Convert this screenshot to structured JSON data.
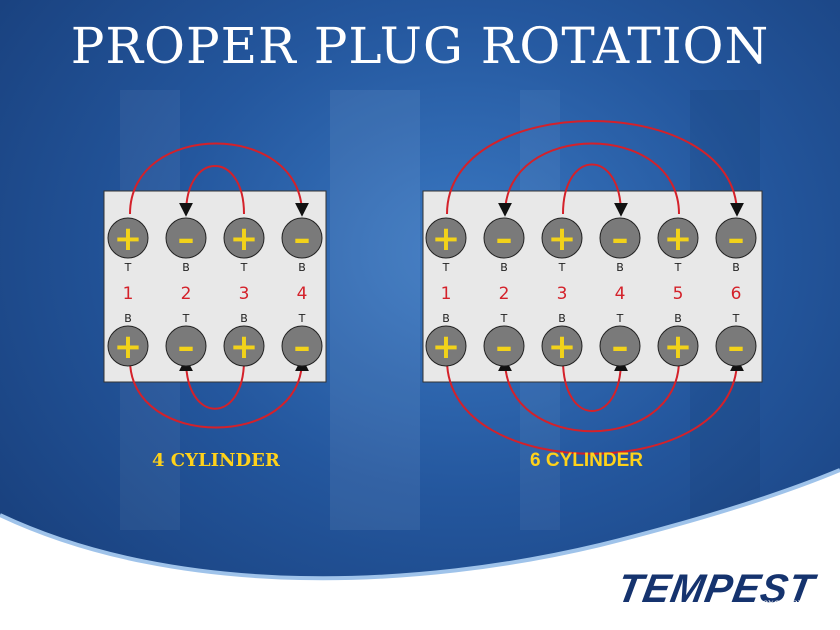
{
  "title": "PROPER PLUG ROTATION",
  "colors": {
    "wire": "#d4212a",
    "terminal": "#7a7a7a",
    "symbol": "#f2d21a",
    "panel": "#e8e8e8",
    "caption": "#ffd21a",
    "number": "#d4212a"
  },
  "diagrams": [
    {
      "caption": "4 CYLINDER",
      "cylinders": [
        {
          "number": "1",
          "top": {
            "symbol": "+",
            "label": "T"
          },
          "bottom": {
            "symbol": "+",
            "label": "B"
          }
        },
        {
          "number": "2",
          "top": {
            "symbol": "–",
            "label": "B"
          },
          "bottom": {
            "symbol": "–",
            "label": "T"
          }
        },
        {
          "number": "3",
          "top": {
            "symbol": "+",
            "label": "T"
          },
          "bottom": {
            "symbol": "+",
            "label": "B"
          }
        },
        {
          "number": "4",
          "top": {
            "symbol": "–",
            "label": "B"
          },
          "bottom": {
            "symbol": "–",
            "label": "T"
          }
        }
      ]
    },
    {
      "caption": "6 CYLINDER",
      "cylinders": [
        {
          "number": "1",
          "top": {
            "symbol": "+",
            "label": "T"
          },
          "bottom": {
            "symbol": "+",
            "label": "B"
          }
        },
        {
          "number": "2",
          "top": {
            "symbol": "–",
            "label": "B"
          },
          "bottom": {
            "symbol": "–",
            "label": "T"
          }
        },
        {
          "number": "3",
          "top": {
            "symbol": "+",
            "label": "T"
          },
          "bottom": {
            "symbol": "+",
            "label": "B"
          }
        },
        {
          "number": "4",
          "top": {
            "symbol": "–",
            "label": "B"
          },
          "bottom": {
            "symbol": "–",
            "label": "T"
          }
        },
        {
          "number": "5",
          "top": {
            "symbol": "+",
            "label": "T"
          },
          "bottom": {
            "symbol": "+",
            "label": "B"
          }
        },
        {
          "number": "6",
          "top": {
            "symbol": "–",
            "label": "B"
          },
          "bottom": {
            "symbol": "–",
            "label": "T"
          }
        }
      ]
    }
  ],
  "logo": {
    "name": "TEMPEST",
    "tagline": "excellence"
  }
}
